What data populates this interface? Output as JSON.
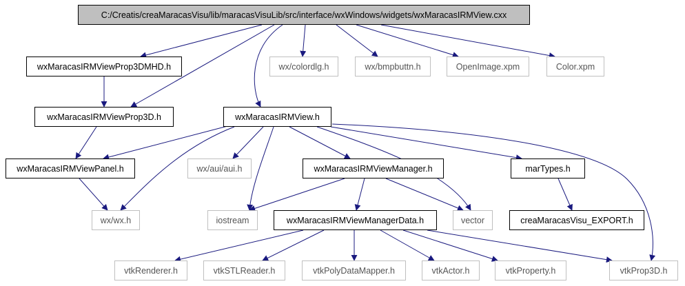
{
  "colors": {
    "edge": "#1a1a7f",
    "root_fill": "#bfbfbf",
    "external_border": "#bfbfbf"
  },
  "nodes": {
    "root": "C:/Creatis/creaMaracasVisu/lib/maracasVisuLib/src/interface/wxWindows/widgets/wxMaracasIRMView.cxx",
    "prop3dmhd": "wxMaracasIRMViewProp3DMHD.h",
    "colordlg": "wx/colordlg.h",
    "bmpbuttn": "wx/bmpbuttn.h",
    "openimage": "OpenImage.xpm",
    "colorxpm": "Color.xpm",
    "prop3d": "wxMaracasIRMViewProp3D.h",
    "irmview": "wxMaracasIRMView.h",
    "panel": "wxMaracasIRMViewPanel.h",
    "aui": "wx/aui/aui.h",
    "manager": "wxMaracasIRMViewManager.h",
    "martypes": "marTypes.h",
    "wx": "wx/wx.h",
    "iostream": "iostream",
    "managerdata": "wxMaracasIRMViewManagerData.h",
    "vector": "vector",
    "export": "creaMaracasVisu_EXPORT.h",
    "renderer": "vtkRenderer.h",
    "stlreader": "vtkSTLReader.h",
    "polydatamapper": "vtkPolyDataMapper.h",
    "actor": "vtkActor.h",
    "property": "vtkProperty.h",
    "vtkprop3d": "vtkProp3D.h"
  }
}
